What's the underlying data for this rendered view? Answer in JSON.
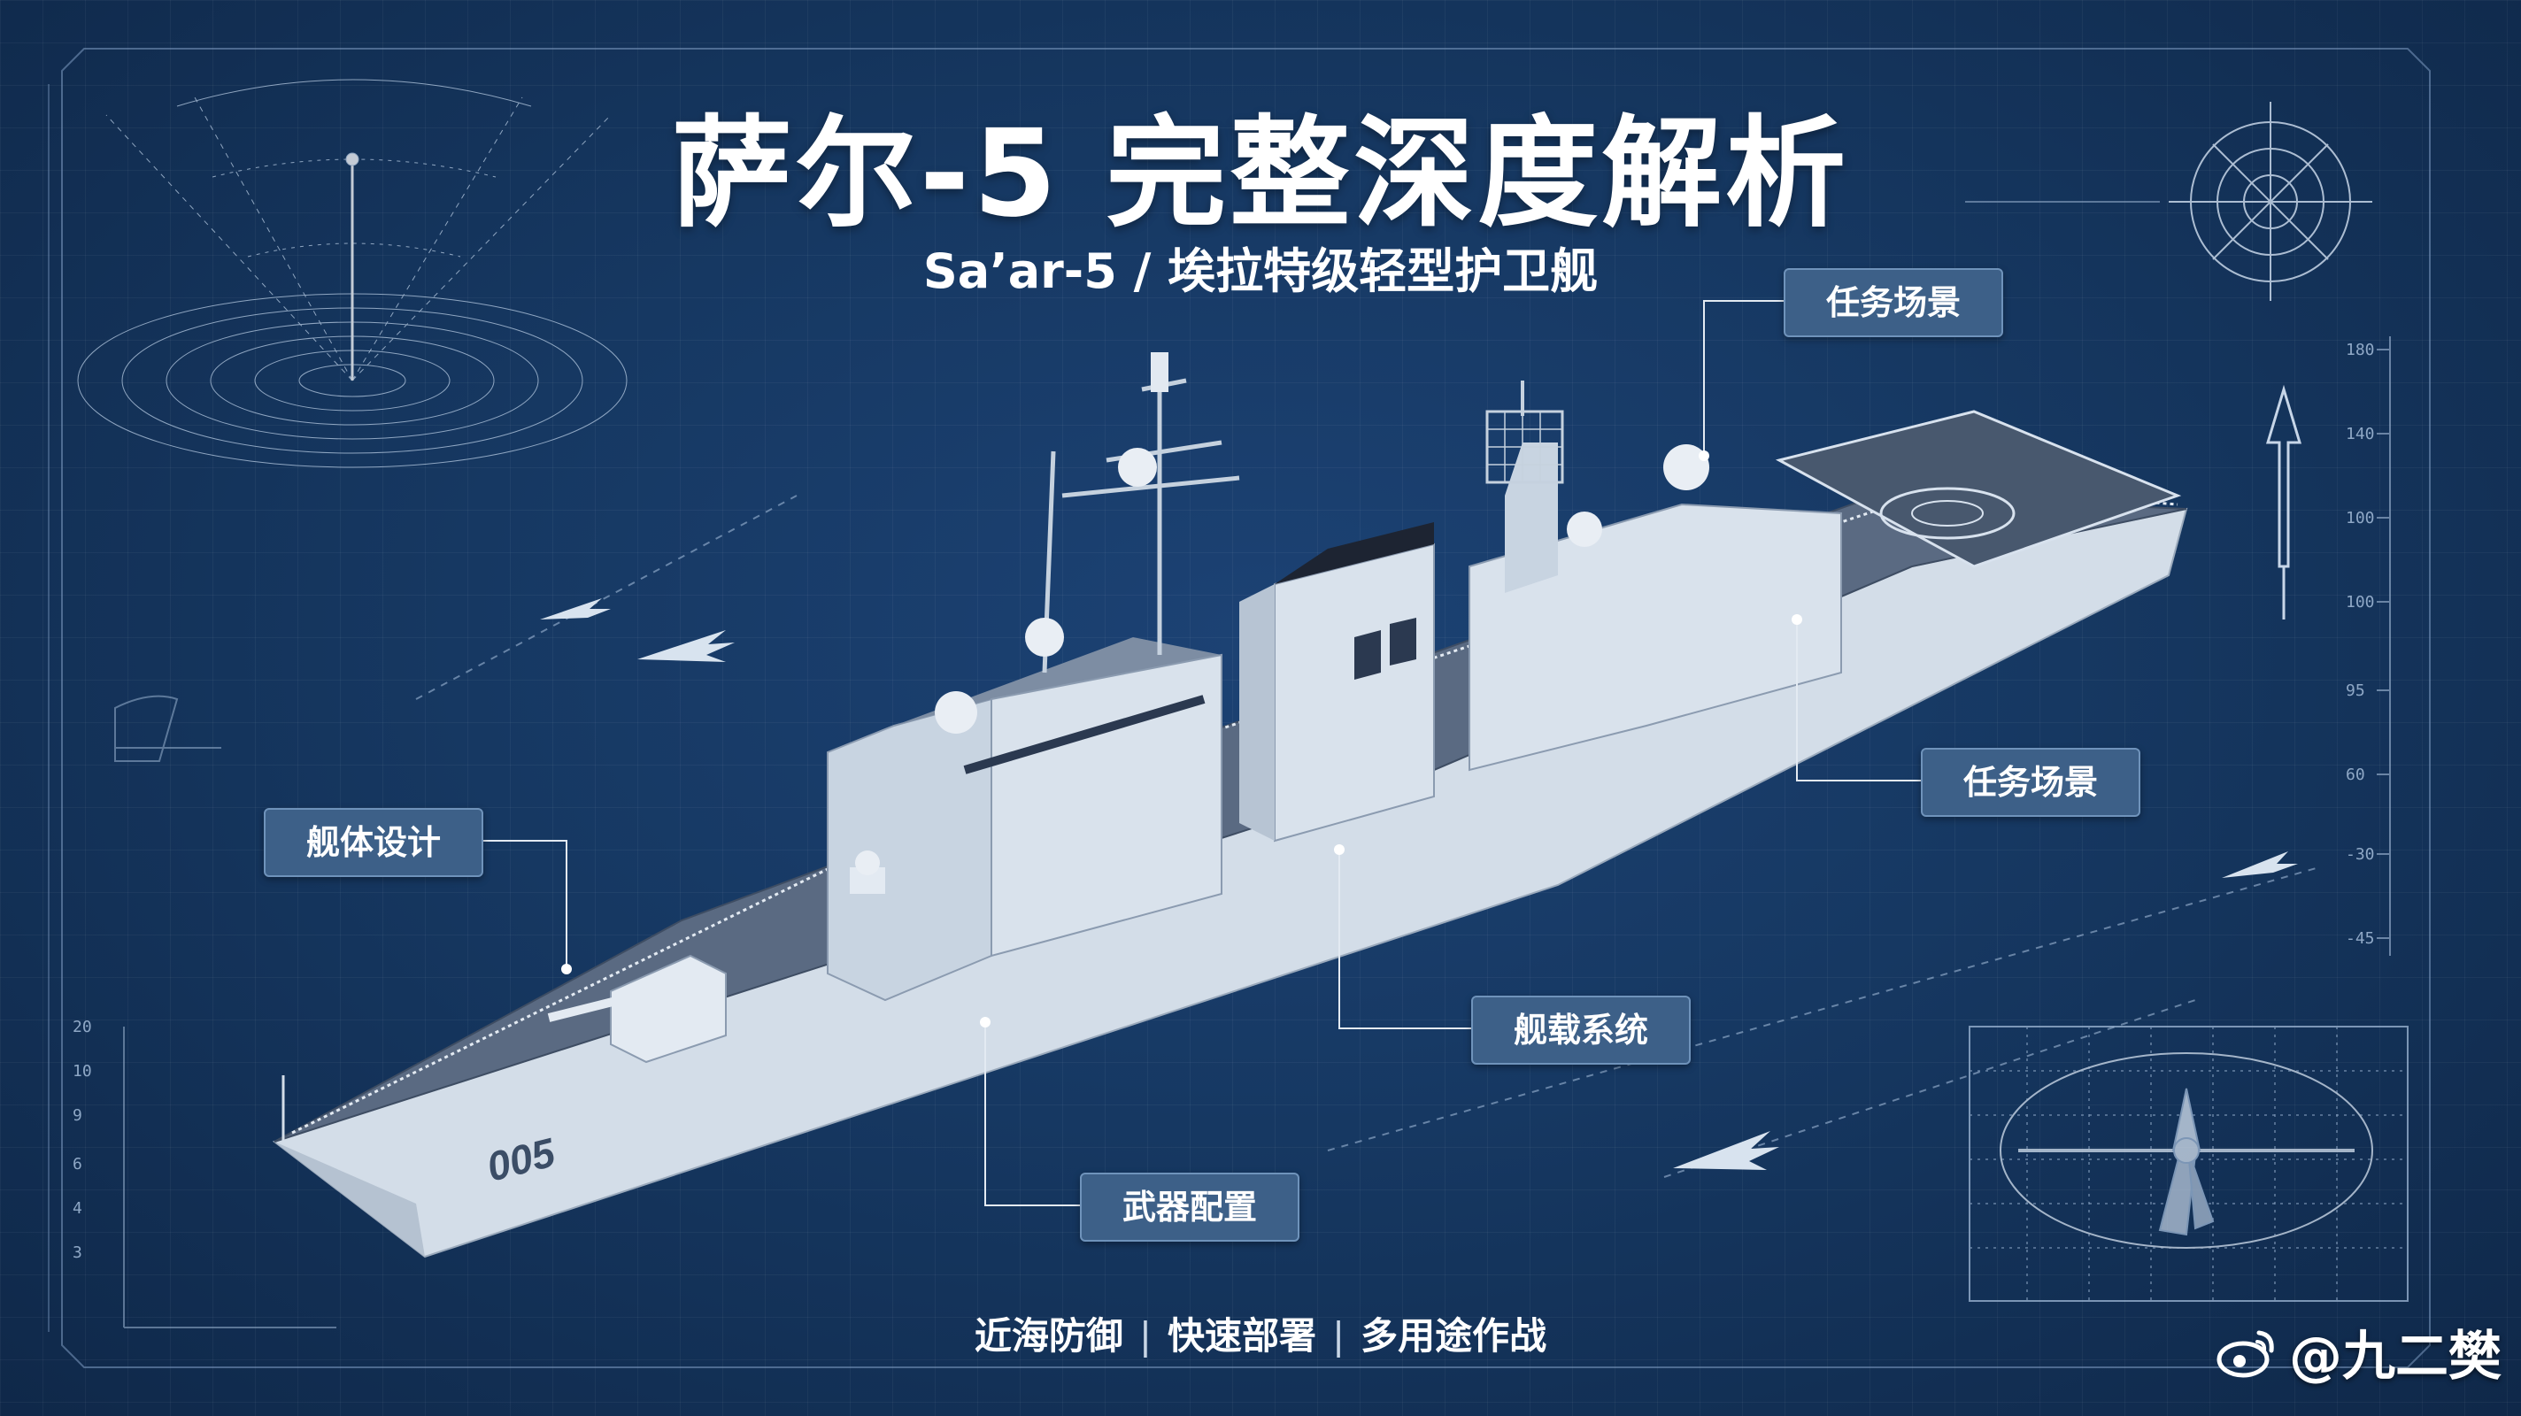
{
  "title": "萨尔-5 完整深度解析",
  "subtitle": "Sa’ar-5 / 埃拉特级轻型护卫舰",
  "hull_number": "005",
  "callouts": {
    "mission_top": "任务场景",
    "mission_right": "任务场景",
    "hull_design": "舰体设计",
    "onboard_systems": "舰载系统",
    "weapons": "武器配置"
  },
  "tagline": {
    "items": [
      "近海防御",
      "快速部署",
      "多用途作战"
    ],
    "separator": "|"
  },
  "watermark": "@九二樊",
  "right_scale": [
    "180",
    "140",
    "100",
    "100",
    "95",
    "60",
    "-30",
    "-45"
  ],
  "left_scale": [
    "20",
    "10",
    "9",
    "6",
    "4",
    "3"
  ],
  "colors": {
    "background": "#15345d",
    "hull": "#d3dde8",
    "deck": "#5a6a82",
    "callout_box": "#3d6088",
    "line_art": "#9fb8d6"
  }
}
